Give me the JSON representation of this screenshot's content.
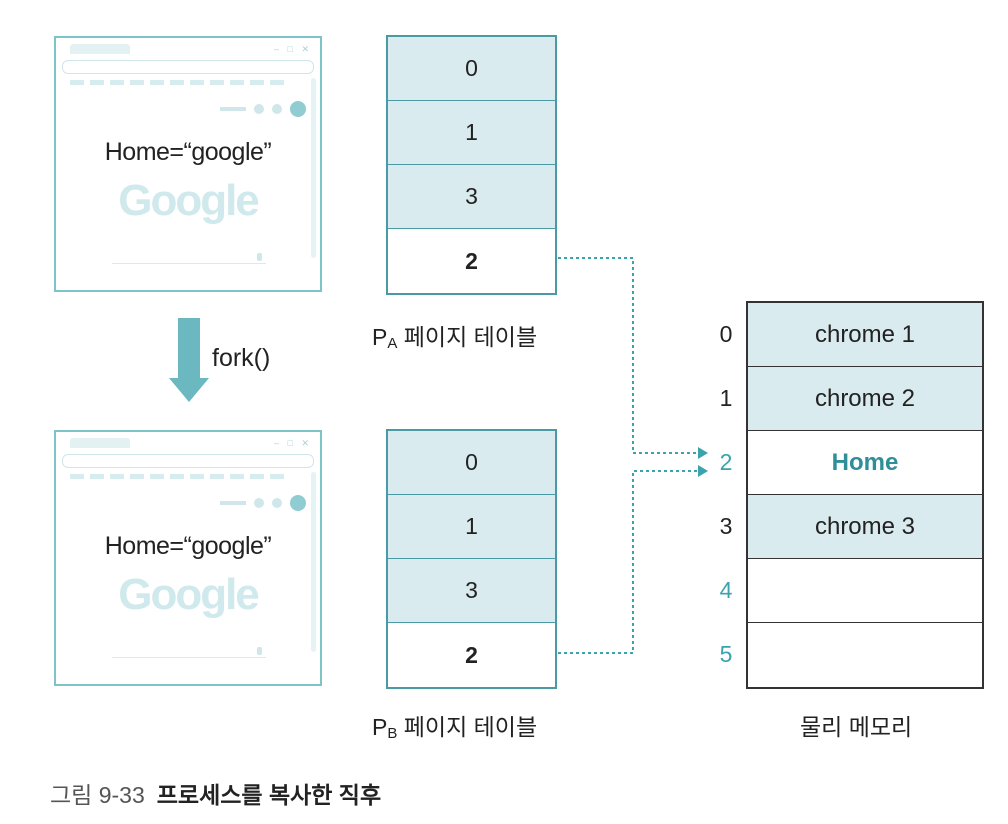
{
  "browsers": [
    {
      "variable_text": "Home=“google”",
      "logo_text": "Google"
    },
    {
      "variable_text": "Home=“google”",
      "logo_text": "Google"
    }
  ],
  "fork_label": "fork()",
  "page_table_a": {
    "label_prefix": "P",
    "label_sub": "A",
    "label_suffix": " 페이지 테이블",
    "entries": [
      {
        "value": "0",
        "shared": true
      },
      {
        "value": "1",
        "shared": true
      },
      {
        "value": "3",
        "shared": true
      },
      {
        "value": "2",
        "shared": false
      }
    ]
  },
  "page_table_b": {
    "label_prefix": "P",
    "label_sub": "B",
    "label_suffix": " 페이지 테이블",
    "entries": [
      {
        "value": "0",
        "shared": true
      },
      {
        "value": "1",
        "shared": true
      },
      {
        "value": "3",
        "shared": true
      },
      {
        "value": "2",
        "shared": false
      }
    ]
  },
  "physical_memory": {
    "label": "물리 메모리",
    "frames": [
      {
        "index": "0",
        "content": "chrome 1"
      },
      {
        "index": "1",
        "content": "chrome 2"
      },
      {
        "index": "2",
        "content": "Home"
      },
      {
        "index": "3",
        "content": "chrome 3"
      },
      {
        "index": "4",
        "content": ""
      },
      {
        "index": "5",
        "content": ""
      }
    ]
  },
  "caption": {
    "figure": "그림 9-33",
    "title": "프로세스를 복사한 직후"
  },
  "colors": {
    "teal_accent": "#3aa3ad",
    "shared_fill": "#d9ebee",
    "table_border": "#4a9aa3",
    "memory_border": "#333333"
  }
}
